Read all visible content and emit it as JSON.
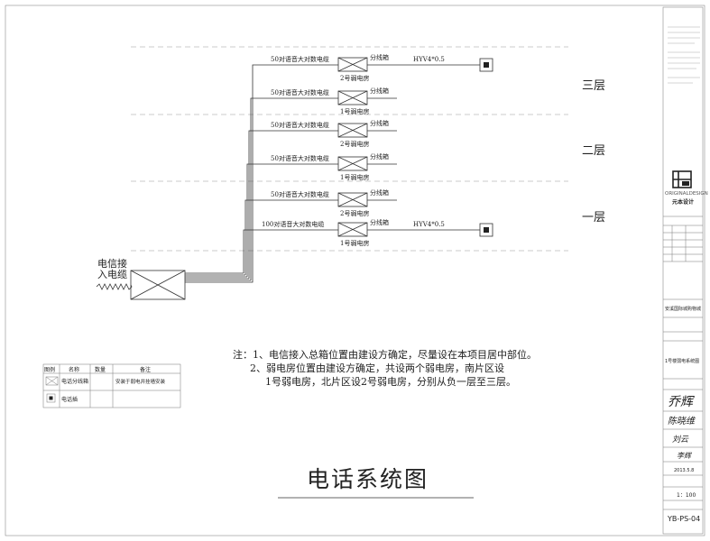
{
  "floors": [
    "三层",
    "二层",
    "一层"
  ],
  "cables": [
    "50对语音大对数电缆",
    "50对语音大对数电缆",
    "50对语音大对数电缆",
    "50对语音大对数电缆",
    "50对语音大对数电缆",
    "100对语音大对数电缆"
  ],
  "room_labels": [
    "2号弱电房",
    "1号弱电房",
    "2号弱电房",
    "1号弱电房",
    "2号弱电房",
    "1号弱电房"
  ],
  "box_label": "分线箱",
  "hyv_label": "HYV4*0.5",
  "entry_label_1": "电信接",
  "entry_label_2": "入电缆",
  "notes": [
    "注：1、电信接入总箱位置由建设方确定，尽量设在本项目居中部位。",
    "2、弱电房位置由建设方确定，共设两个弱电房，南片区设",
    "1号弱电房，北片区设2号弱电房，分别从负一层至三层。"
  ],
  "legend": {
    "headers": [
      "图例",
      "名称",
      "数量",
      "备注"
    ],
    "rows": [
      {
        "name": "电话分线箱",
        "qty": "",
        "remark": "安装于弱电井挂墙安装"
      },
      {
        "name": "电话插",
        "qty": "",
        "remark": ""
      }
    ]
  },
  "title": "电话系统图",
  "title_block": {
    "logo_en": "ORIGINALDESIGN",
    "logo_cn": "元本设计",
    "project": "安溪国际城购物城",
    "drawing_name": "1号楼弱电系统图",
    "signature_1": "乔辉",
    "signature_2": "陈晓维",
    "signature_3": "刘云",
    "signature_4": "李辉",
    "date": "2013.5.8",
    "scale": "1：100",
    "sheet_no": "YB-PS-04"
  },
  "colors": {
    "line": "#333333",
    "floor_dash": "#bbbbbb"
  }
}
